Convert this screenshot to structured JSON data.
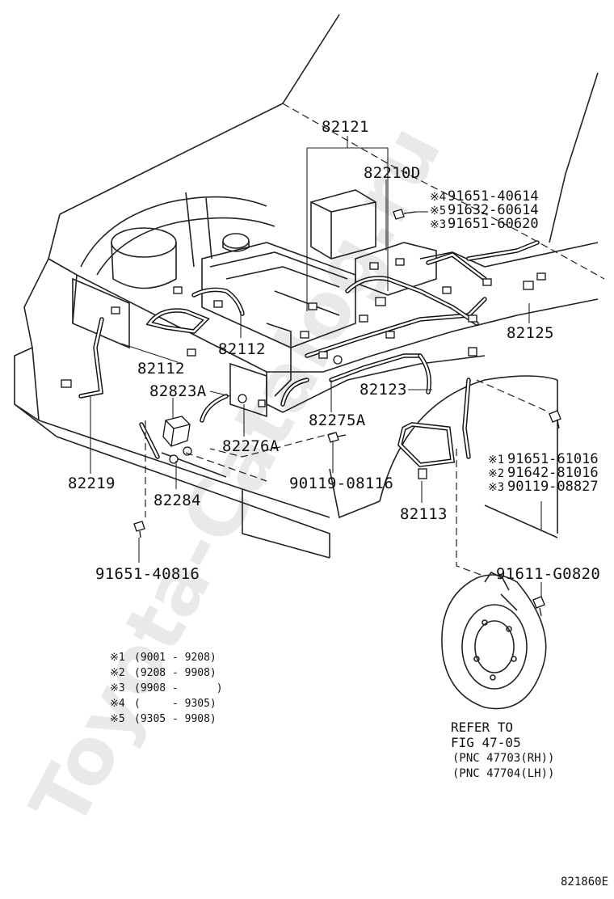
{
  "watermark": "Toyota-Catalog.ru",
  "parts": {
    "p82121": "82121",
    "p82210D": "82210D",
    "p82125": "82125",
    "p82112a": "82112",
    "p82112b": "82112",
    "p82823A": "82823A",
    "p82123": "82123",
    "p82275A": "82275A",
    "p82276A": "82276A",
    "p82219": "82219",
    "p82284": "82284",
    "p90119_08116": "90119-08116",
    "p82113": "82113",
    "p91651_40816": "91651-40816",
    "p91611_G0820": "91611-G0820"
  },
  "bolt_group_top": [
    {
      "mark": "※4",
      "part": "91651-40614"
    },
    {
      "mark": "※5",
      "part": "91632-60614"
    },
    {
      "mark": "※3",
      "part": "91651-60620"
    }
  ],
  "bolt_group_right": [
    {
      "mark": "※1",
      "part": "91651-61016"
    },
    {
      "mark": "※2",
      "part": "91642-81016"
    },
    {
      "mark": "※3",
      "part": "90119-08827"
    }
  ],
  "notes": [
    {
      "mark": "※1",
      "range": "(9001 - 9208)"
    },
    {
      "mark": "※2",
      "range": "(9208 - 9908)"
    },
    {
      "mark": "※3",
      "range": "(9908 -      )"
    },
    {
      "mark": "※4",
      "range": "(     - 9305)"
    },
    {
      "mark": "※5",
      "range": "(9305 - 9908)"
    }
  ],
  "refer": {
    "line1": "REFER TO",
    "line2": "FIG 47-05",
    "line3": "(PNC 47703(RH))",
    "line4": "(PNC 47704(LH))"
  },
  "diagram_code": "821860E"
}
